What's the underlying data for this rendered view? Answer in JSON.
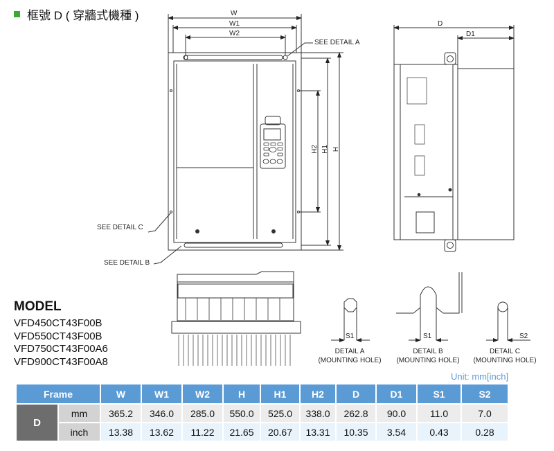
{
  "title": "框號 D ( 穿牆式機種 )",
  "drawing": {
    "front_view": {
      "dims": {
        "w": "W",
        "w1": "W1",
        "w2": "W2",
        "h": "H",
        "h1": "H1",
        "h2": "H2"
      },
      "callouts": {
        "detail_a": "SEE DETAIL A",
        "detail_b": "SEE DETAIL B",
        "detail_c": "SEE DETAIL C"
      }
    },
    "side_view": {
      "dims": {
        "d": "D",
        "d1": "D1"
      }
    },
    "details": [
      {
        "dim": "S1",
        "name": "DETAIL A",
        "desc": "(MOUNTING HOLE)"
      },
      {
        "dim": "S1",
        "name": "DETAIL B",
        "desc": "(MOUNTING HOLE)"
      },
      {
        "dim": "S2",
        "name": "DETAIL C",
        "desc": "(MOUNTING HOLE)"
      }
    ]
  },
  "model": {
    "heading": "MODEL",
    "items": [
      "VFD450CT43F00B",
      "VFD550CT43F00B",
      "VFD750CT43F00A6",
      "VFD900CT43F00A8"
    ]
  },
  "table": {
    "unit_note": "Unit: mm[inch]",
    "frame_header": "Frame",
    "columns": [
      "W",
      "W1",
      "W2",
      "H",
      "H1",
      "H2",
      "D",
      "D1",
      "S1",
      "S2"
    ],
    "frame": "D",
    "rows": [
      {
        "unit": "mm",
        "values": [
          "365.2",
          "346.0",
          "285.0",
          "550.0",
          "525.0",
          "338.0",
          "262.8",
          "90.0",
          "11.0",
          "7.0"
        ]
      },
      {
        "unit": "inch",
        "values": [
          "13.38",
          "13.62",
          "11.22",
          "21.65",
          "20.67",
          "13.31",
          "10.35",
          "3.54",
          "0.43",
          "0.28"
        ]
      }
    ]
  }
}
